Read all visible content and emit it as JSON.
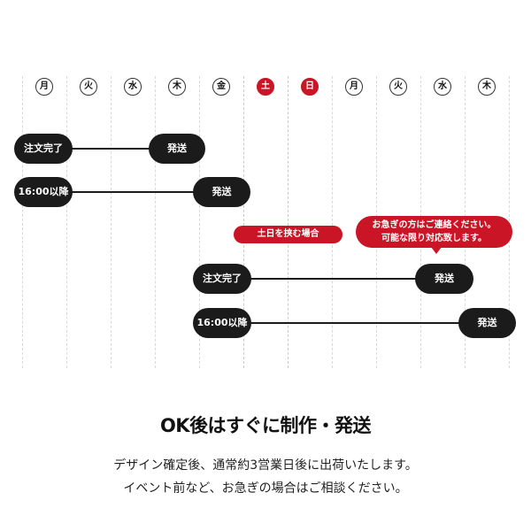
{
  "calendar": {
    "days": [
      {
        "label": "月",
        "holiday": false
      },
      {
        "label": "火",
        "holiday": false
      },
      {
        "label": "水",
        "holiday": false
      },
      {
        "label": "木",
        "holiday": false
      },
      {
        "label": "金",
        "holiday": false
      },
      {
        "label": "土",
        "holiday": true
      },
      {
        "label": "日",
        "holiday": true
      },
      {
        "label": "月",
        "holiday": false
      },
      {
        "label": "火",
        "holiday": false
      },
      {
        "label": "水",
        "holiday": false
      },
      {
        "label": "木",
        "holiday": false
      }
    ]
  },
  "timeline": {
    "row1": {
      "start": "注文完了",
      "end": "発送"
    },
    "row2": {
      "start": "16:00以降",
      "end": "発送"
    },
    "row3": {
      "start": "注文完了",
      "end": "発送"
    },
    "row4": {
      "start": "16:00以降",
      "end": "発送"
    }
  },
  "notes": {
    "weekend": "土日を挟む場合",
    "urgent_line1": "お急ぎの方はご連絡ください。",
    "urgent_line2": "可能な限り対応致します。"
  },
  "headline": "OK後はすぐに制作・発送",
  "body": {
    "line1": "デザイン確定後、通常約3営業日後に出荷いたします。",
    "line2": "イベント前など、お急ぎの場合はご相談ください。"
  },
  "colors": {
    "accent": "#c91526",
    "pill": "#1b1b1b"
  }
}
